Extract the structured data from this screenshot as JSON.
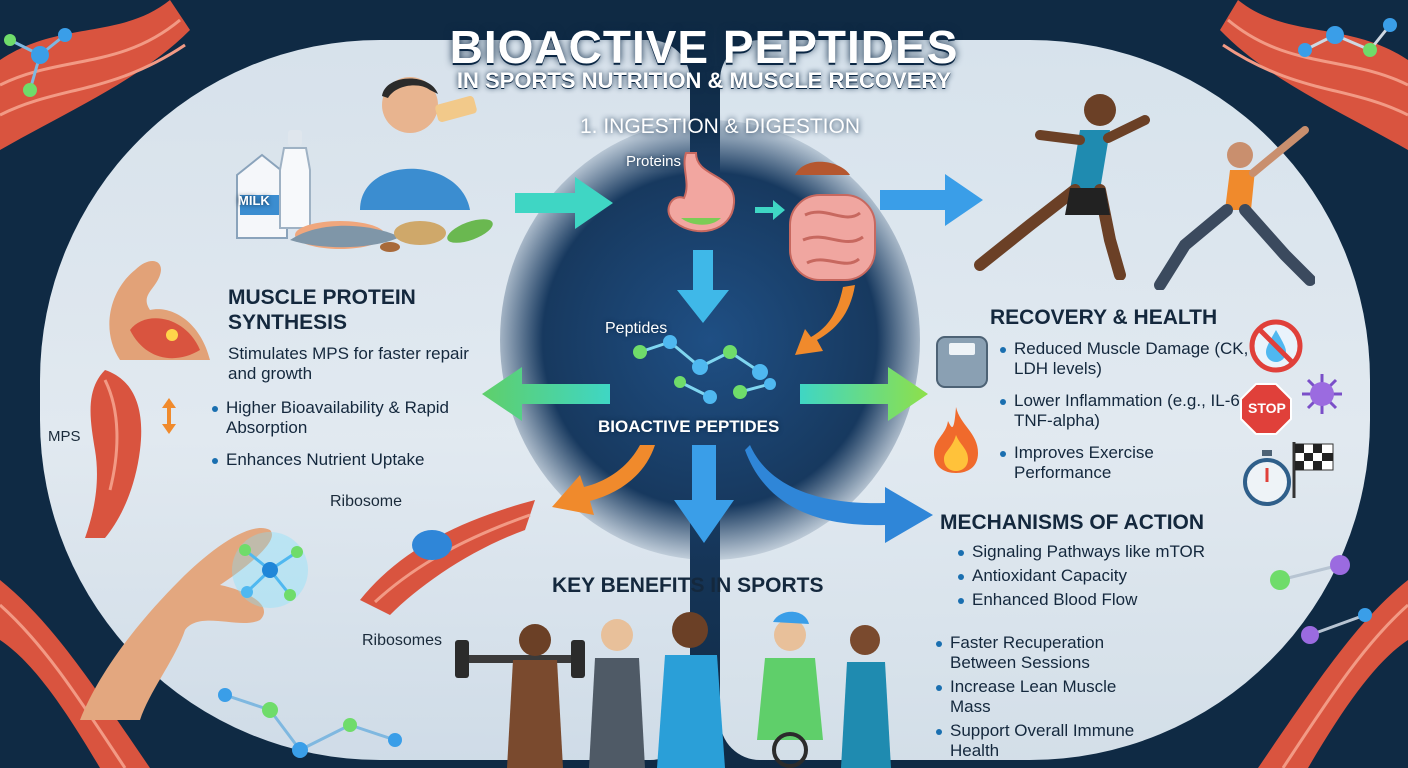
{
  "header": {
    "title": "BIOACTIVE PEPTIDES",
    "subtitle": "IN SPORTS NUTRITION & MUSCLE RECOVERY"
  },
  "digestion": {
    "step_title": "1. INGESTION & DIGESTION",
    "proteins_label": "Proteins",
    "peptides_label": "Peptides",
    "center_label": "BIOACTIVE PEPTIDES",
    "milk_label": "MILK"
  },
  "mps": {
    "heading_line1": "MUSCLE PROTEIN",
    "heading_line2": "SYNTHESIS",
    "description": "Stimulates MPS for faster repair and growth",
    "bullets": [
      "Higher Bioavailability & Rapid Absorption",
      "Enhances Nutrient Uptake"
    ],
    "mps_label": "MPS",
    "ribosome_label": "Ribosome",
    "ribosomes_label": "Ribosomes"
  },
  "recovery": {
    "heading": "RECOVERY & HEALTH",
    "bullets": [
      "Reduced Muscle Damage (CK, LDH levels)",
      "Lower Inflammation (e.g., IL-6, TNF-alpha)",
      "Improves Exercise Performance"
    ],
    "stop_sign_text": "STOP"
  },
  "mechanisms": {
    "heading": "MECHANISMS OF ACTION",
    "bullets": [
      "Signaling Pathways like mTOR",
      "Antioxidant Capacity",
      "Enhanced Blood Flow"
    ]
  },
  "benefits": {
    "heading": "KEY BENEFITS IN SPORTS",
    "bullets": [
      "Faster Recuperation Between Sessions",
      "Increase Lean Muscle Mass",
      "Support Overall Immune Health"
    ]
  },
  "colors": {
    "arrow_teal": "#3fd6c4",
    "arrow_blue": "#3a9ee8",
    "arrow_green": "#5fcf6a",
    "arrow_orange": "#f08a2c",
    "muscle_red": "#d9543f",
    "heading_dark": "#14283d"
  }
}
